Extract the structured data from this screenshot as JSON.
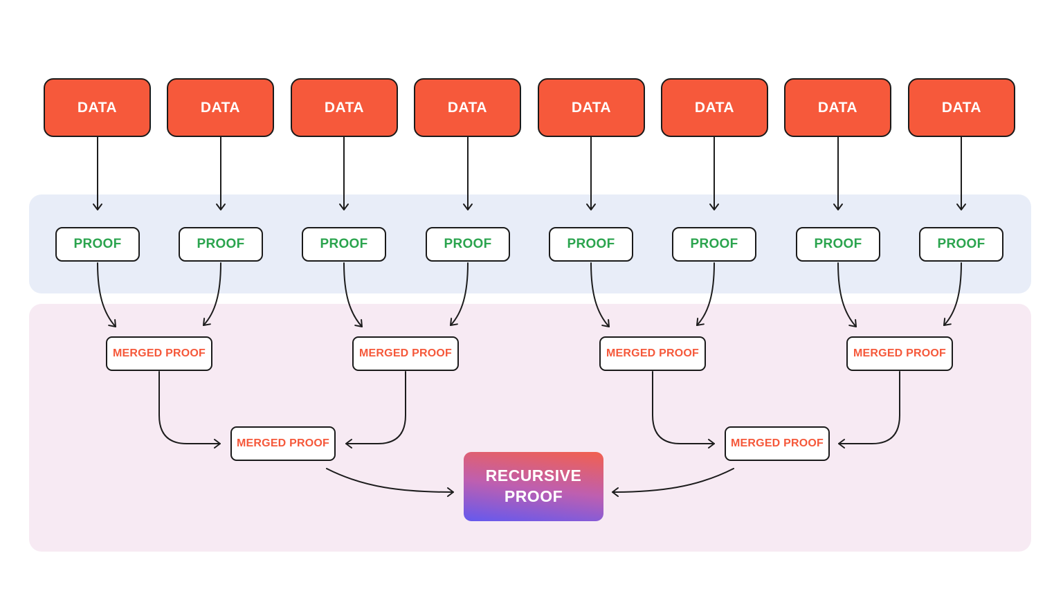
{
  "nodes": {
    "data": [
      {
        "label": "DATA"
      },
      {
        "label": "DATA"
      },
      {
        "label": "DATA"
      },
      {
        "label": "DATA"
      },
      {
        "label": "DATA"
      },
      {
        "label": "DATA"
      },
      {
        "label": "DATA"
      },
      {
        "label": "DATA"
      }
    ],
    "proof": [
      {
        "label": "PROOF"
      },
      {
        "label": "PROOF"
      },
      {
        "label": "PROOF"
      },
      {
        "label": "PROOF"
      },
      {
        "label": "PROOF"
      },
      {
        "label": "PROOF"
      },
      {
        "label": "PROOF"
      },
      {
        "label": "PROOF"
      }
    ],
    "merged_level_1": [
      {
        "label": "MERGED PROOF"
      },
      {
        "label": "MERGED PROOF"
      },
      {
        "label": "MERGED PROOF"
      },
      {
        "label": "MERGED PROOF"
      }
    ],
    "merged_level_2": [
      {
        "label": "MERGED PROOF"
      },
      {
        "label": "MERGED PROOF"
      }
    ],
    "recursive": {
      "label": "RECURSIVE PROOF"
    }
  },
  "edges": [
    {
      "from": "data-1",
      "to": "proof-1"
    },
    {
      "from": "data-2",
      "to": "proof-2"
    },
    {
      "from": "data-3",
      "to": "proof-3"
    },
    {
      "from": "data-4",
      "to": "proof-4"
    },
    {
      "from": "data-5",
      "to": "proof-5"
    },
    {
      "from": "data-6",
      "to": "proof-6"
    },
    {
      "from": "data-7",
      "to": "proof-7"
    },
    {
      "from": "data-8",
      "to": "proof-8"
    },
    {
      "from": "proof-1",
      "to": "merged-1-1"
    },
    {
      "from": "proof-2",
      "to": "merged-1-1"
    },
    {
      "from": "proof-3",
      "to": "merged-1-2"
    },
    {
      "from": "proof-4",
      "to": "merged-1-2"
    },
    {
      "from": "proof-5",
      "to": "merged-1-3"
    },
    {
      "from": "proof-6",
      "to": "merged-1-3"
    },
    {
      "from": "proof-7",
      "to": "merged-1-4"
    },
    {
      "from": "proof-8",
      "to": "merged-1-4"
    },
    {
      "from": "merged-1-1",
      "to": "merged-2-1"
    },
    {
      "from": "merged-1-2",
      "to": "merged-2-1"
    },
    {
      "from": "merged-1-3",
      "to": "merged-2-2"
    },
    {
      "from": "merged-1-4",
      "to": "merged-2-2"
    },
    {
      "from": "merged-2-1",
      "to": "recursive-proof"
    },
    {
      "from": "merged-2-2",
      "to": "recursive-proof"
    }
  ],
  "colors": {
    "page_bg": "#FFFFFF",
    "proof_band": "#E8EDF8",
    "merged_band": "#F7EAF3",
    "data_fill": "#F6593B",
    "data_text": "#FFFFFF",
    "proof_text": "#2BA44E",
    "merged_text": "#F5583A",
    "node_border": "#1A1A1A",
    "arrow": "#1C1C1C",
    "recursive_text": "#FFFFFF",
    "recursive_gradient_top": "#F2604E",
    "recursive_gradient_mid": "#BE5FB0",
    "recursive_gradient_bottom": "#6459EE"
  }
}
